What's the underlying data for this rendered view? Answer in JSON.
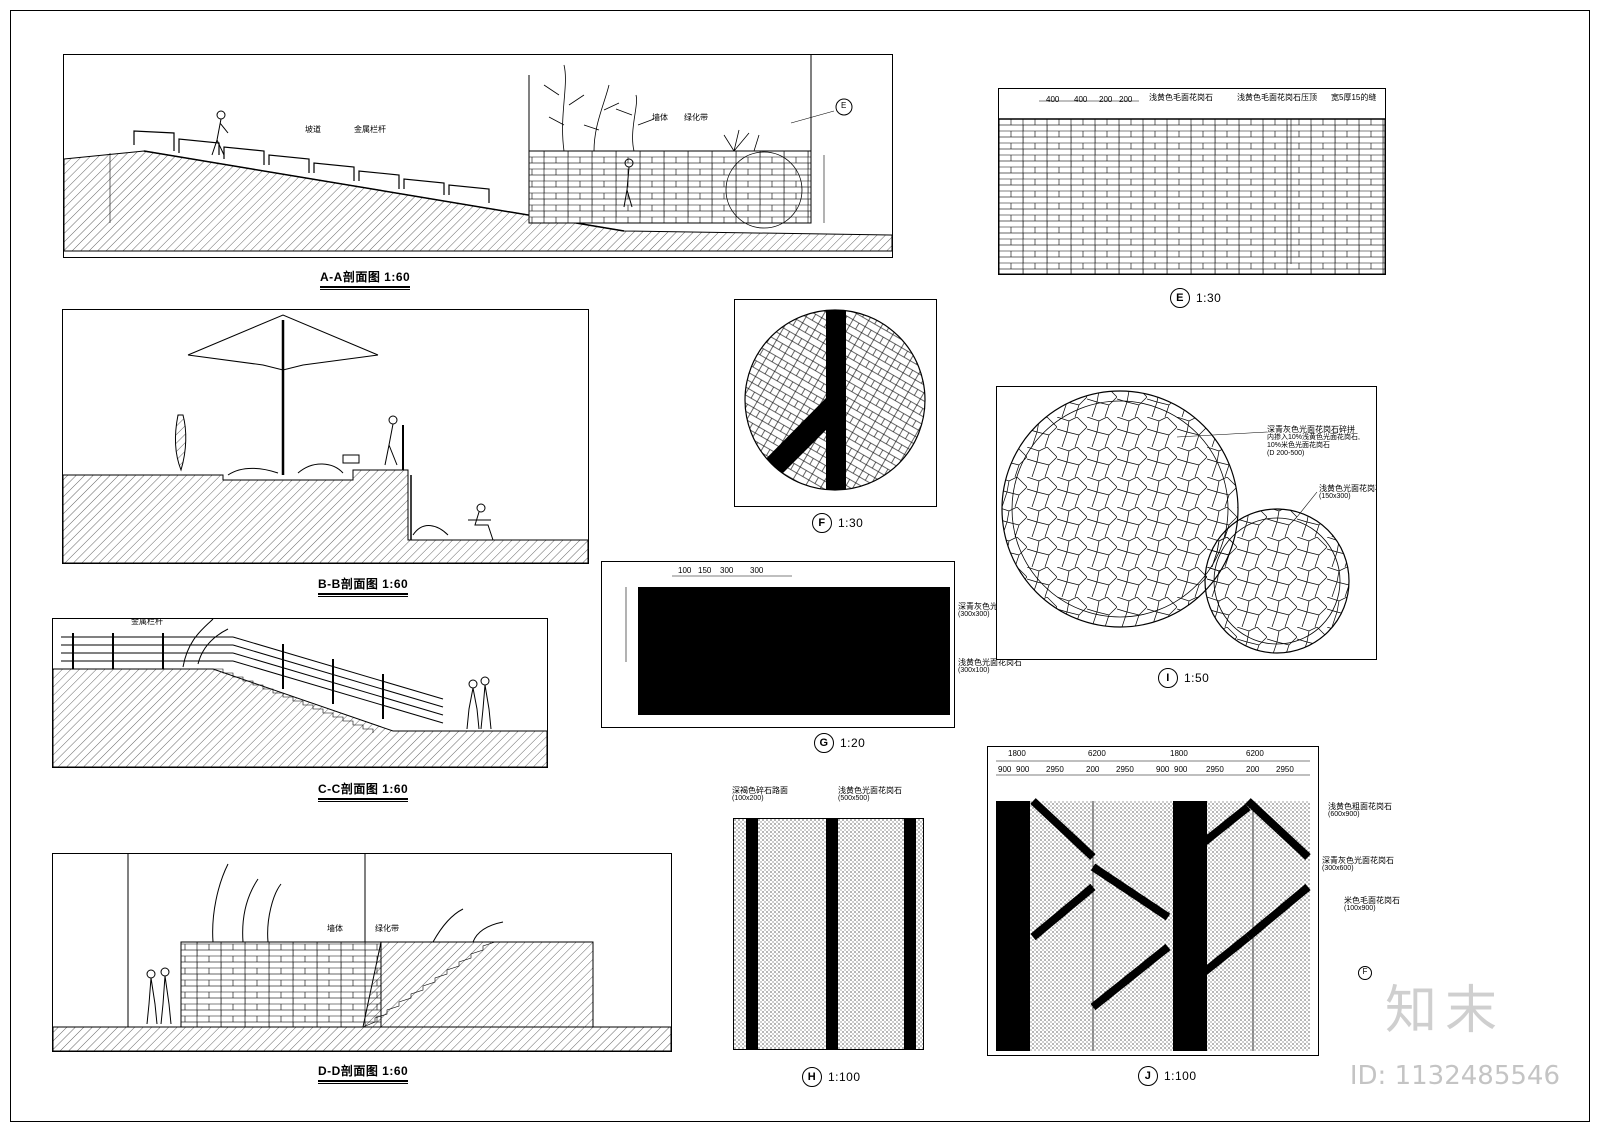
{
  "sections": {
    "aa": {
      "caption": "A-A剖面图 1:60",
      "labels": [
        "坡道",
        "金属栏杆",
        "墙体",
        "绿化带"
      ],
      "callout": "E"
    },
    "bb": {
      "caption": "B-B剖面图 1:60"
    },
    "cc": {
      "caption": "C-C剖面图 1:60",
      "labels": [
        "金属栏杆"
      ]
    },
    "dd": {
      "caption": "D-D剖面图 1:60",
      "labels": [
        "墙体",
        "绿化带"
      ]
    }
  },
  "details": {
    "e": {
      "tag": "E",
      "scale": "1:30",
      "notes": [
        "浅黄色毛面花岗石",
        "浅黄色毛面花岗石压顶",
        "宽5厚15的缝"
      ],
      "dims": [
        "400",
        "400",
        "200",
        "200"
      ]
    },
    "f": {
      "tag": "F",
      "scale": "1:30"
    },
    "g": {
      "tag": "G",
      "scale": "1:20",
      "notes": [
        [
          "深青灰色光面花岗石",
          "(300x300)"
        ],
        [
          "浅黄色光面花岗石",
          "(300x100)"
        ]
      ],
      "dims": [
        "100",
        "150",
        "300",
        "300"
      ]
    },
    "h": {
      "tag": "H",
      "scale": "1:100",
      "notes": [
        [
          "深褐色碎石路面",
          "(100x200)"
        ],
        [
          "浅黄色光面花岗石",
          "(500x500)"
        ]
      ]
    },
    "i": {
      "tag": "I",
      "scale": "1:50",
      "notes": [
        [
          "深青灰色光面花岗石碎拼",
          "内掺入10%浅黄色光面花岗石,",
          "10%米色光面花岗石",
          "(D 200-500)"
        ],
        [
          "浅黄色光面花岗石",
          "(150x300)"
        ]
      ]
    },
    "j": {
      "tag": "J",
      "scale": "1:100",
      "dims_top": [
        "1800",
        "6200",
        "1800",
        "6200"
      ],
      "dims_bottom": [
        "900",
        "900",
        "2950",
        "200",
        "2950",
        "900",
        "900",
        "2950",
        "200",
        "2950"
      ],
      "notes": [
        [
          "浅黄色粗面花岗石",
          "(600x900)"
        ],
        [
          "深青灰色光面花岗石",
          "(300x600)"
        ],
        [
          "米色毛面花岗石",
          "(100x900)"
        ]
      ],
      "callout": "F"
    }
  },
  "watermark": {
    "brand": "知末",
    "id": "ID: 1132485546"
  }
}
